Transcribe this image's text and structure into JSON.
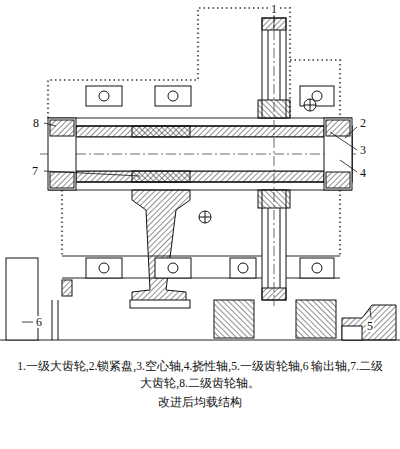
{
  "diagram": {
    "caption": "改进后均载结构",
    "labels": [
      "1",
      "2",
      "3",
      "4",
      "5",
      "6",
      "7",
      "8",
      "1.一级大齿轮,2.锁紧盘,3.空心轴,4.挠性轴,5.一级齿轮轴,6 输出轴,7.二级大齿轮,8.二级齿轮轴。"
    ]
  }
}
